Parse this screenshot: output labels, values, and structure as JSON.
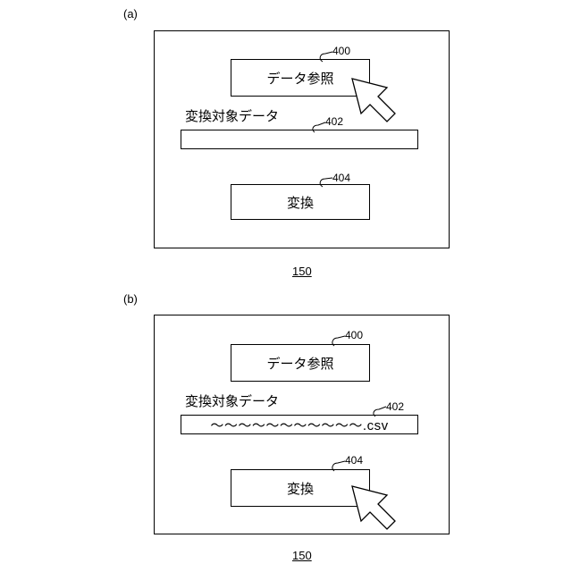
{
  "figures": [
    {
      "label": "(a)",
      "data_ref_button": {
        "label": "データ参照",
        "ref": "400"
      },
      "target_field_caption": "変換対象データ",
      "target_field": {
        "value": "",
        "ref": "402"
      },
      "convert_button": {
        "label": "変換",
        "ref": "404"
      },
      "cursor_over": "data-ref-button",
      "figure_number": "150"
    },
    {
      "label": "(b)",
      "data_ref_button": {
        "label": "データ参照",
        "ref": "400"
      },
      "target_field_caption": "変換対象データ",
      "target_field": {
        "value": "〜〜〜〜〜〜〜〜〜〜〜.csv",
        "ref": "402"
      },
      "convert_button": {
        "label": "変換",
        "ref": "404"
      },
      "cursor_over": "convert-button",
      "figure_number": "150"
    }
  ],
  "colors": {
    "line": "#000000",
    "background": "#ffffff"
  },
  "icons": {
    "cursor": "pointer-arrow-icon",
    "leader": "leader-line-icon"
  }
}
